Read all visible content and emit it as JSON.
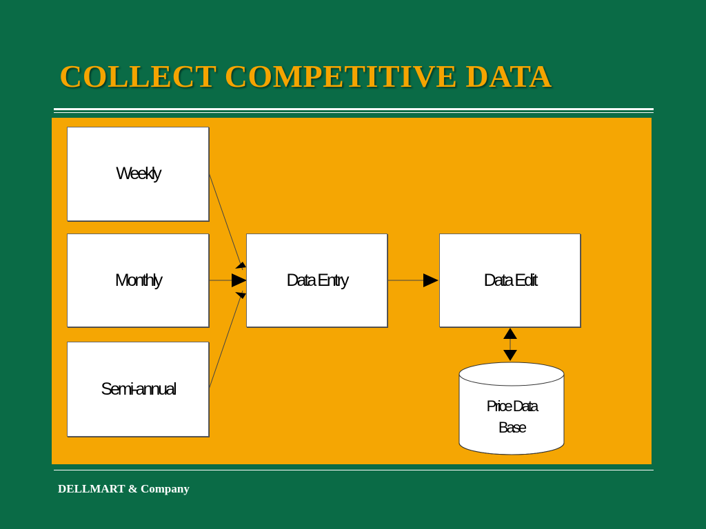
{
  "slide": {
    "title": "COLLECT COMPETITIVE DATA",
    "footer": "DELLMART & Company"
  },
  "diagram": {
    "sources": [
      "Weekly",
      "Monthly",
      "Semi-annual"
    ],
    "entry": "Data Entry",
    "edit": "Data Edit",
    "database": {
      "line1": "Price Data",
      "line2": "Base"
    }
  }
}
